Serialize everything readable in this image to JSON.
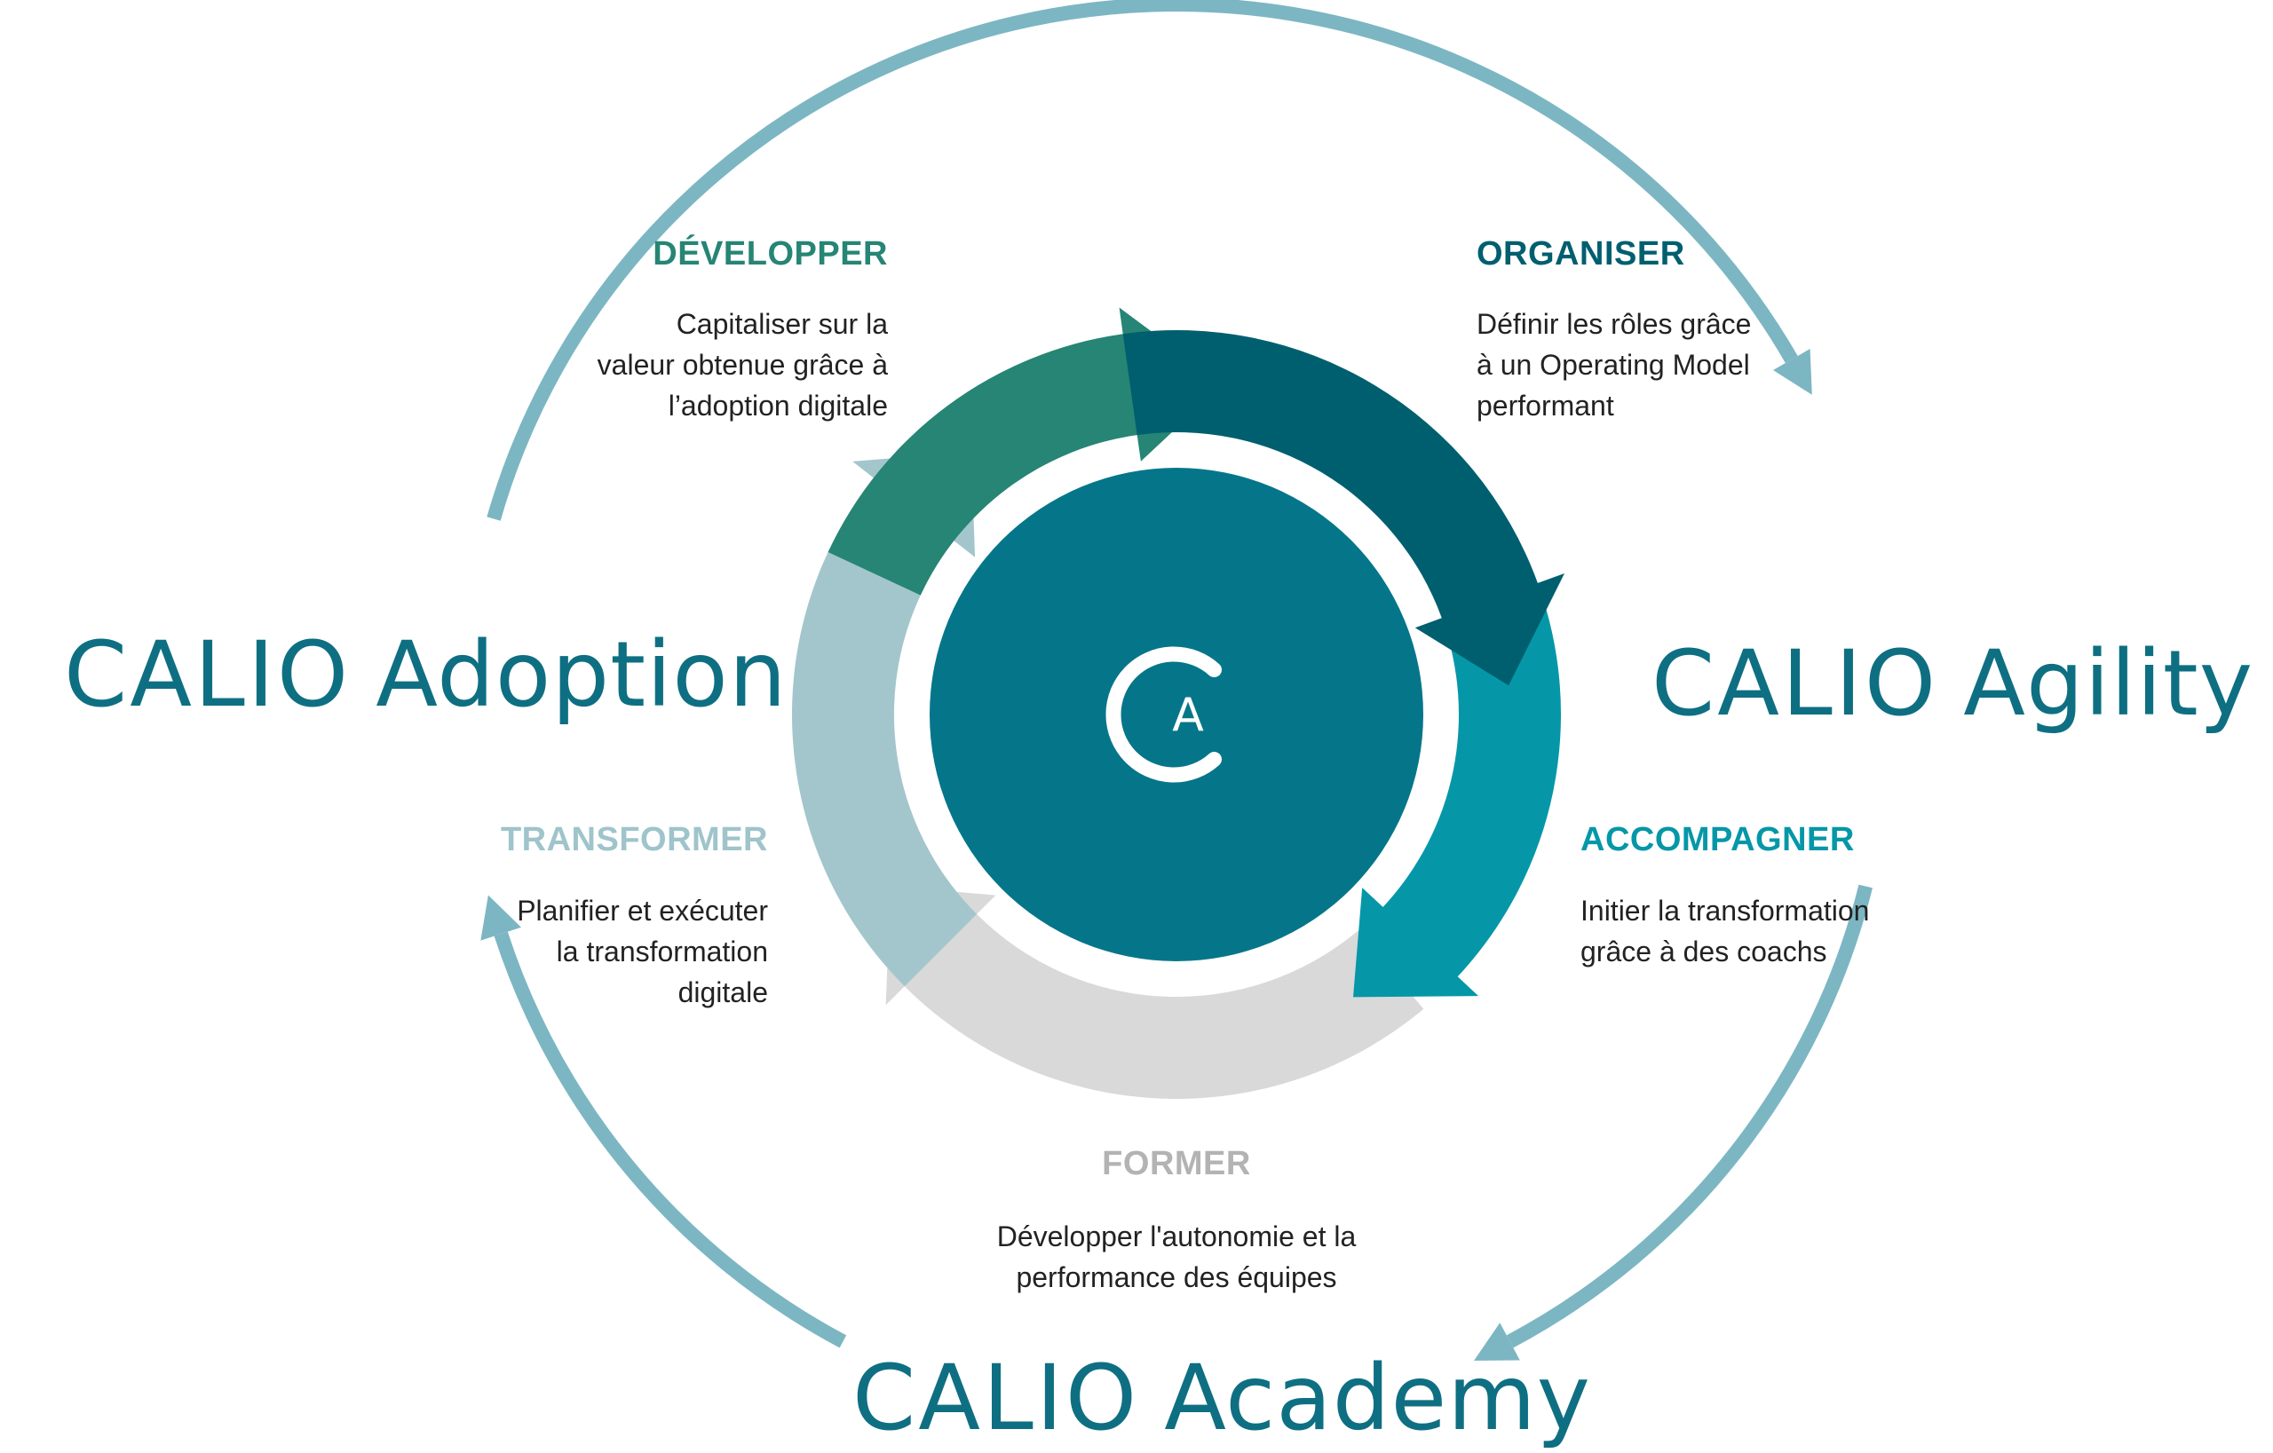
{
  "colors": {
    "outer_arc": "#7cb6c3",
    "center_circle": "#05768a",
    "logo": "#ffffff",
    "brand_text": "#0f6f82",
    "developper": "#268574",
    "organiser": "#005f6f",
    "accompagner": "#0597a8",
    "former": "#d9d9d9",
    "transformer": "#a3c6cc",
    "title_former": "#b3b3b3",
    "title_transformer": "#9fc4cb"
  },
  "brands": {
    "adoption": {
      "calio": "CALIO",
      "name": "Adoption"
    },
    "agility": {
      "calio": "CALIO",
      "name": "Agility"
    },
    "academy": {
      "calio": "CALIO",
      "name": "Academy"
    }
  },
  "logo": {
    "letter": "A",
    "icon": "calio-c-logo-icon"
  },
  "steps": {
    "developper": {
      "title": "DÉVELOPPER",
      "lines": [
        "Capitaliser sur la",
        "valeur obtenue grâce à",
        "l’adoption digitale"
      ]
    },
    "organiser": {
      "title": "ORGANISER",
      "lines": [
        "Définir les rôles grâce",
        "à un Operating Model",
        "performant"
      ]
    },
    "accompagner": {
      "title": "ACCOMPAGNER",
      "lines": [
        "Initier la transformation",
        "grâce à des coachs"
      ]
    },
    "former": {
      "title": "FORMER",
      "lines": [
        "Développer l'autonomie et la",
        "performance des équipes"
      ]
    },
    "transformer": {
      "title": "TRANSFORMER",
      "lines": [
        "Planifier et exécuter",
        "la transformation",
        "digitale"
      ]
    }
  }
}
